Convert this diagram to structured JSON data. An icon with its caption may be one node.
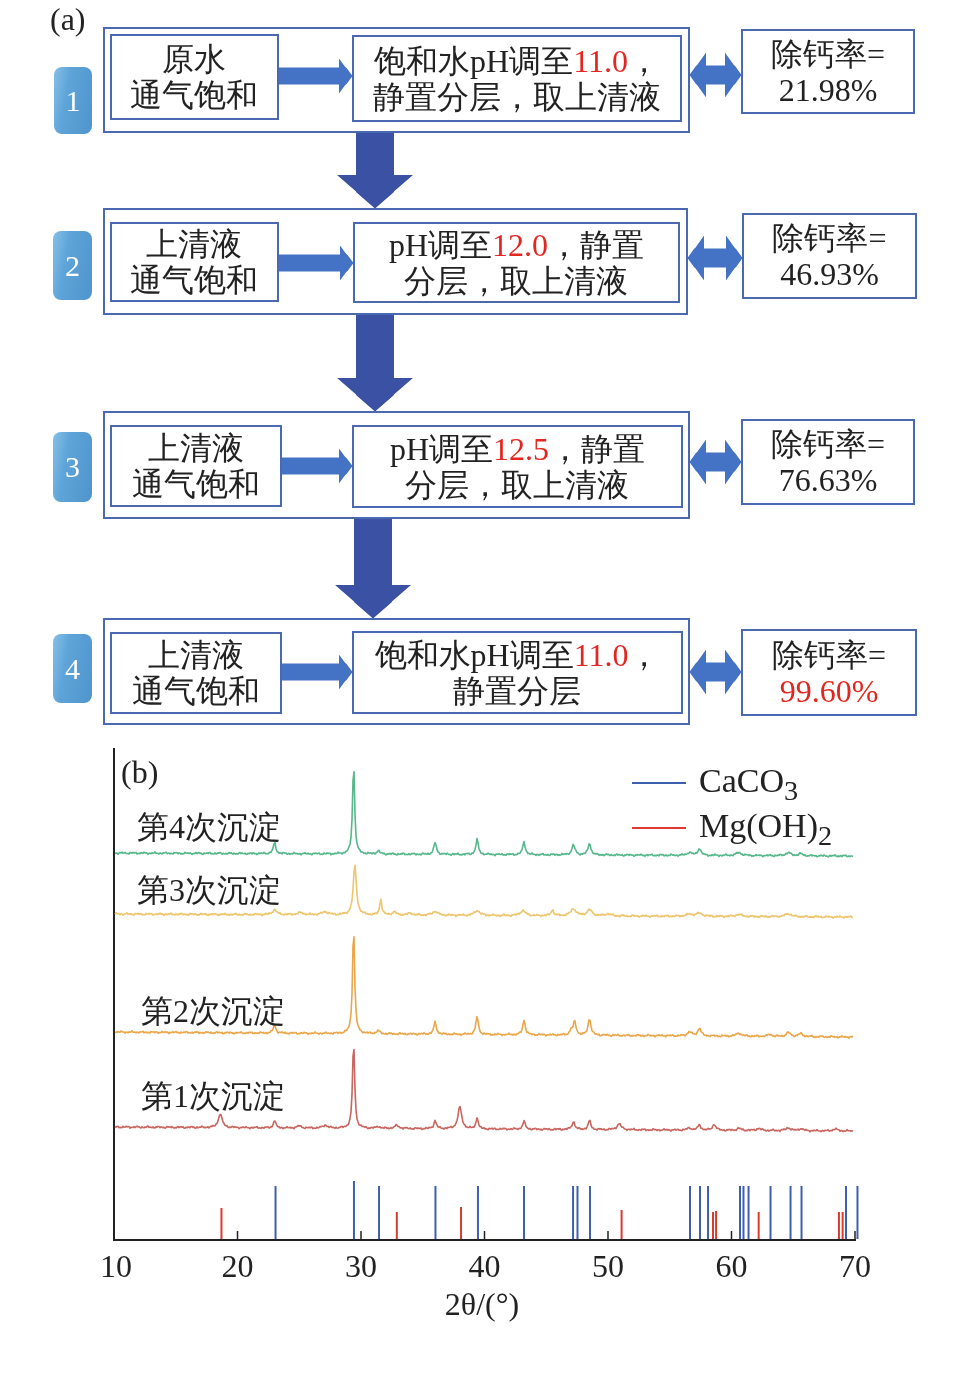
{
  "diagram": {
    "nodes": [
      {
        "text": [
          "1"
        ]
      },
      {
        "text": [],
        "shape": "box"
      },
      {
        "text": [
          "原水通气饱和"
        ],
        "in": 1
      },
      {
        "text": [
          "饱和水pH调至**11.0**，静置分层，取上清液"
        ],
        "in": 1
      },
      {
        "text": [
          "除钙率=21.98%"
        ]
      },
      {
        "text": [
          "2"
        ]
      },
      {
        "text": [],
        "shape": "box"
      },
      {
        "text": [
          "上清液通气饱和"
        ],
        "in": 6
      },
      {
        "text": [
          "pH调至**12.0**，静置分层，取上清液"
        ],
        "in": 6
      },
      {
        "text": [
          "除钙率=46.93%"
        ]
      },
      {
        "text": [
          "3"
        ]
      },
      {
        "text": [],
        "shape": "box"
      },
      {
        "text": [
          "上清液通气饱和"
        ],
        "in": 11
      },
      {
        "text": [
          "pH调至**12.5**，静置分层，取上清液"
        ],
        "in": 11
      },
      {
        "text": [
          "除钙率=76.63%"
        ]
      },
      {
        "text": [
          "4"
        ]
      },
      {
        "text": [],
        "shape": "box"
      },
      {
        "text": [
          "上清液通气饱和"
        ],
        "in": 16
      },
      {
        "text": [
          "饱和水pH调至**11.0**，静置分层"
        ],
        "in": 16
      },
      {
        "text": [
          "除钙率=**99.60%**"
        ]
      }
    ],
    "edges": [
      {
        "from": 2,
        "to": 3,
        "arrow": "to"
      },
      {
        "from": 1,
        "to": 4,
        "arrow": "both"
      },
      {
        "from": 1,
        "to": 6,
        "arrow": "to",
        "style": "thick",
        "color": "#3b51a3"
      },
      {
        "from": 7,
        "to": 8,
        "arrow": "to"
      },
      {
        "from": 6,
        "to": 9,
        "arrow": "both"
      },
      {
        "from": 6,
        "to": 11,
        "arrow": "to",
        "style": "thick",
        "color": "#3b51a3"
      },
      {
        "from": 12,
        "to": 13,
        "arrow": "to"
      },
      {
        "from": 11,
        "to": 14,
        "arrow": "both"
      },
      {
        "from": 11,
        "to": 16,
        "arrow": "to",
        "style": "thick",
        "color": "#3b51a3"
      },
      {
        "from": 17,
        "to": 18,
        "arrow": "to"
      },
      {
        "from": 16,
        "to": 19,
        "arrow": "both"
      }
    ],
    "labels": [
      "(a)",
      "(b)",
      "第4次沉淀",
      "第3次沉淀",
      "第2次沉淀",
      "第1次沉淀",
      "10",
      "20",
      "30",
      "40",
      "50",
      "60",
      "70",
      "2θ/(°)"
    ],
    "legend": [
      {
        "text": "CaCO$_{3}$"
      },
      {
        "text": "Mg(OH)$_{2}$"
      }
    ]
  }
}
